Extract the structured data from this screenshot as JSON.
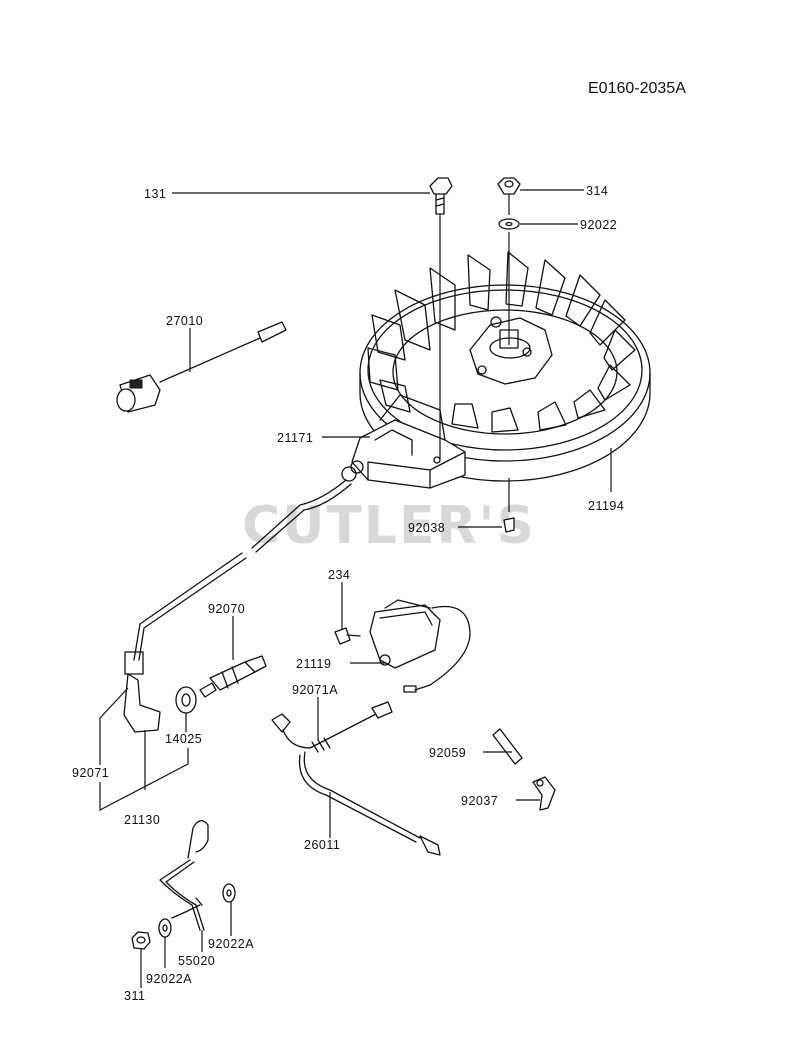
{
  "drawing_code": "E0160-2035A",
  "watermark": "CUTLER'S",
  "parts": {
    "p131": "131",
    "p314": "314",
    "p92022": "92022",
    "p27010": "27010",
    "p21171": "21171",
    "p21194": "21194",
    "p92038": "92038",
    "p234": "234",
    "p92070": "92070",
    "p21119": "21119",
    "p92071A": "92071A",
    "p14025": "14025",
    "p92071": "92071",
    "p92059": "92059",
    "p21130": "21130",
    "p92037": "92037",
    "p26011": "26011",
    "p92022A_right": "92022A",
    "p55020": "55020",
    "p92022A_left": "92022A",
    "p311": "311"
  }
}
